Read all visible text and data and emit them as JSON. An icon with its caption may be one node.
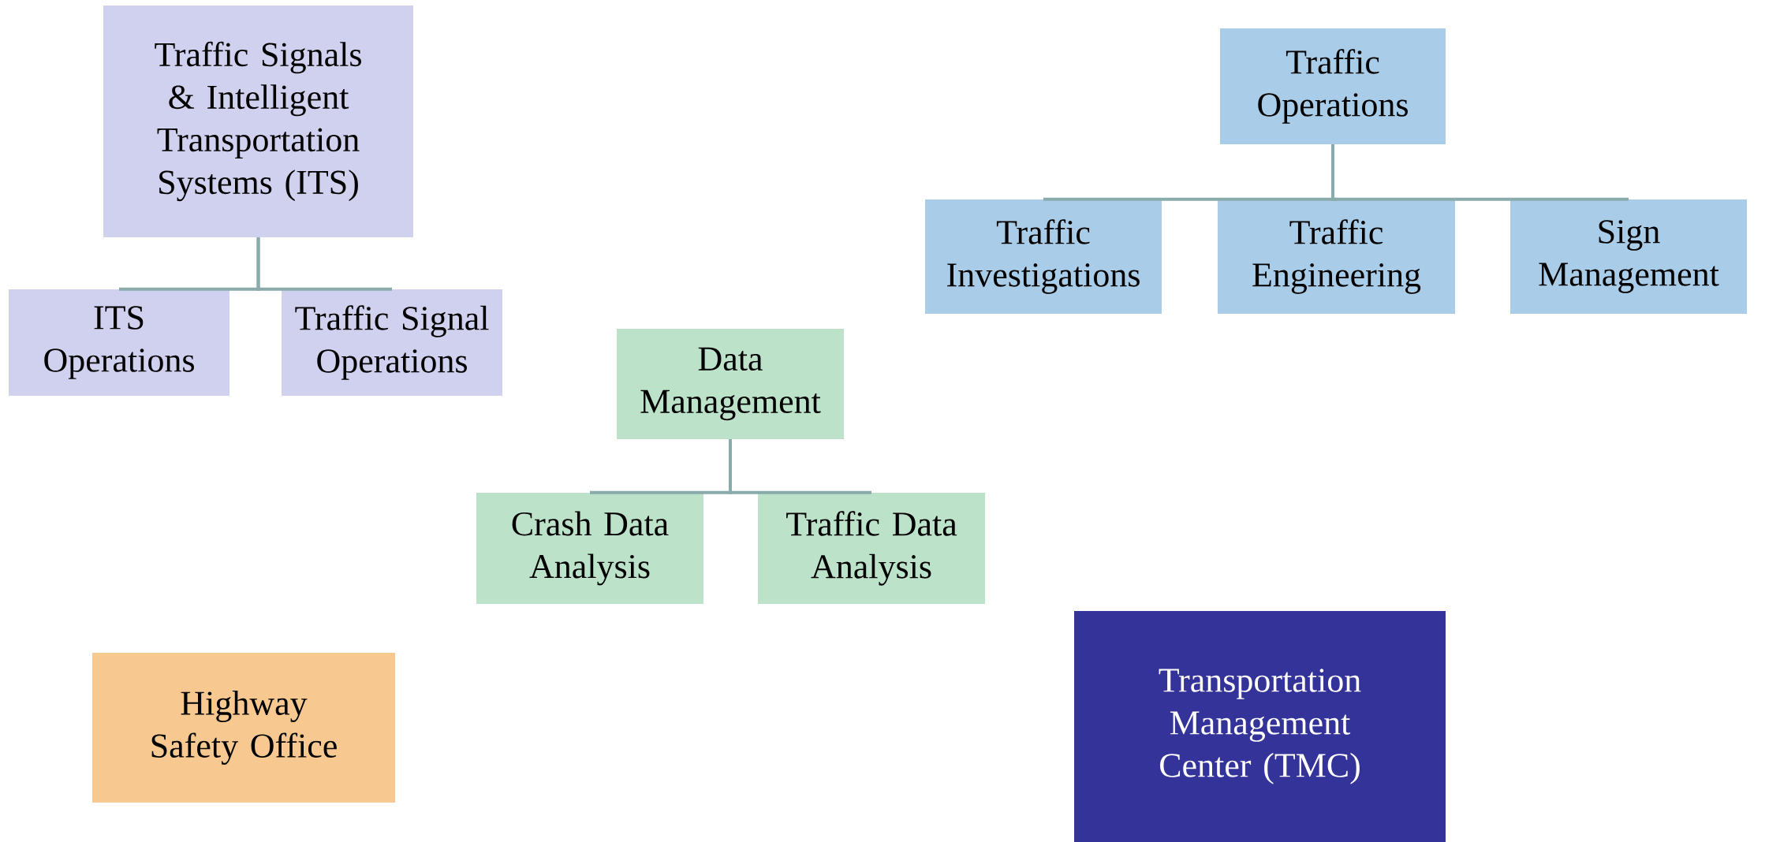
{
  "diagram": {
    "nodes": [
      {
        "text": [
          "Traffic Signals & Intelligent Transportation Systems (ITS)"
        ]
      },
      {
        "text": [
          "ITS Operations"
        ]
      },
      {
        "text": [
          "Traffic Signal Operations"
        ]
      },
      {
        "text": [
          "Traffic Operations"
        ]
      },
      {
        "text": [
          "Traffic Investigations"
        ]
      },
      {
        "text": [
          "Traffic Engineering"
        ]
      },
      {
        "text": [
          "Sign Management"
        ]
      },
      {
        "text": [
          "Data Management"
        ]
      },
      {
        "text": [
          "Crash Data Analysis"
        ]
      },
      {
        "text": [
          "Traffic Data Analysis"
        ]
      },
      {
        "text": [
          "Highway Safety Office"
        ]
      },
      {
        "text": [
          "Transportation Management Center (TMC)"
        ]
      }
    ],
    "edges": [
      {
        "from": 0,
        "to": 1,
        "arrow": "none"
      },
      {
        "from": 0,
        "to": 2,
        "arrow": "none"
      },
      {
        "from": 3,
        "to": 4,
        "arrow": "none"
      },
      {
        "from": 3,
        "to": 5,
        "arrow": "none"
      },
      {
        "from": 3,
        "to": 6,
        "arrow": "none"
      },
      {
        "from": 7,
        "to": 8,
        "arrow": "none"
      },
      {
        "from": 7,
        "to": 9,
        "arrow": "none"
      }
    ]
  }
}
